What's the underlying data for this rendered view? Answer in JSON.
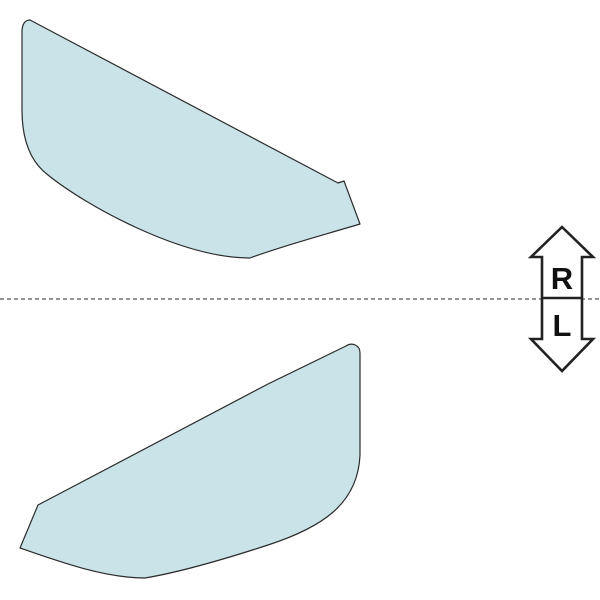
{
  "piece_fill": "#c9e3e8",
  "side_indicator": {
    "top_label": "R",
    "bottom_label": "L",
    "shape": "double-headed-vertical-arrow"
  },
  "mirror_line": {
    "style": "dashed",
    "color": "#555555"
  },
  "pieces": [
    {
      "name": "right-side-piece",
      "position": "top"
    },
    {
      "name": "left-side-piece",
      "position": "bottom"
    }
  ]
}
